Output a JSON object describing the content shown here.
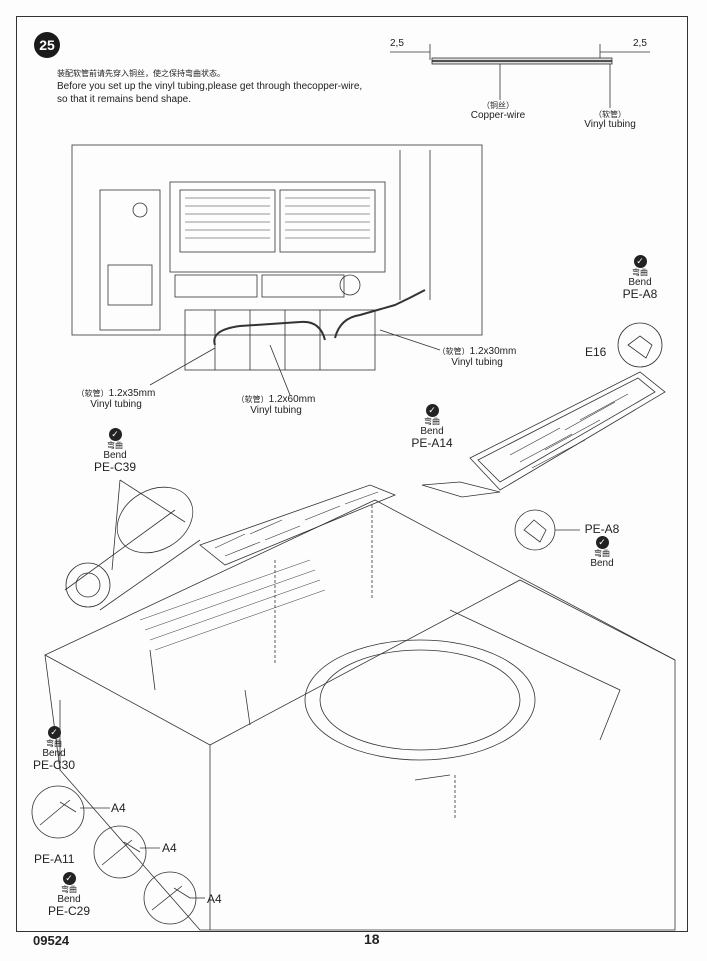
{
  "step": {
    "number": "25"
  },
  "instruction": {
    "cn": "装配软管前请先穿入铜丝，使之保持弯曲状态。",
    "en_line1": "Before you set up the vinyl tubing,please get through thecopper-wire,",
    "en_line2": "so that it remains bend shape."
  },
  "detail": {
    "dim_left": "2,5",
    "dim_right": "2,5",
    "copper_cn": "（铜丝）",
    "copper_en": "Copper-wire",
    "vinyl_cn": "（软管）",
    "vinyl_en": "Vinyl tubing"
  },
  "tubing": [
    {
      "cn": "（软管）",
      "size": "1.2x30mm",
      "en": "Vinyl tubing"
    },
    {
      "cn": "（软管）",
      "size": "1.2x35mm",
      "en": "Vinyl tubing"
    },
    {
      "cn": "（软管）",
      "size": "1.2x60mm",
      "en": "Vinyl tubing"
    }
  ],
  "callouts": {
    "pe_a8_top": {
      "cn": "弯曲",
      "en": "Bend",
      "part": "PE-A8"
    },
    "e16": "E16",
    "pe_a14": {
      "cn": "弯曲",
      "en": "Bend",
      "part": "PE-A14"
    },
    "pe_c39": {
      "cn": "弯曲",
      "en": "Bend",
      "part": "PE-C39"
    },
    "pe_a8_right": {
      "part": "PE-A8",
      "cn": "弯曲",
      "en": "Bend"
    },
    "pe_c30": {
      "cn": "弯曲",
      "en": "Bend",
      "part": "PE-C30"
    },
    "a4_1": "A4",
    "pe_a11": "PE-A11",
    "a4_2": "A4",
    "pe_c29": {
      "cn": "弯曲",
      "en": "Bend",
      "part": "PE-C29"
    },
    "a4_3": "A4"
  },
  "footer": {
    "code": "09524",
    "page": "18"
  }
}
